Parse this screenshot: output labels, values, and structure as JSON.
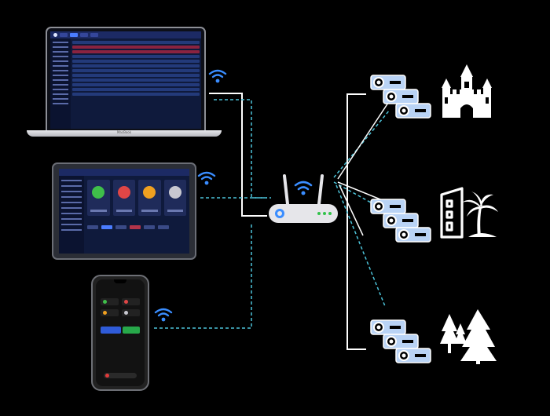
{
  "devices": {
    "laptop": {
      "brand": "MacBook"
    },
    "tablet": {},
    "phone": {}
  },
  "venues": [
    {
      "name": "castle"
    },
    {
      "name": "resort"
    },
    {
      "name": "forest"
    }
  ],
  "colors": {
    "background": "#000000",
    "link_dash": "#4cc3d9",
    "wire": "#ffffff",
    "projector": "#b9d3f5",
    "router": "#e6e6ea"
  }
}
